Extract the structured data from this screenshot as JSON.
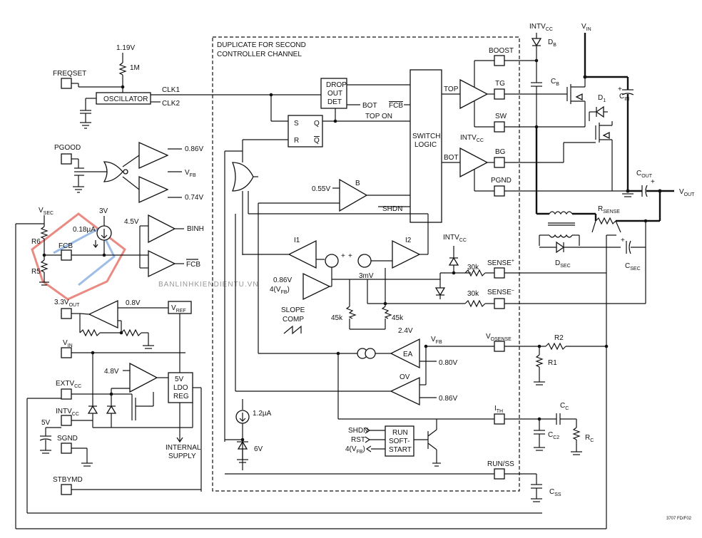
{
  "diagram": {
    "block_title_1": "DUPLICATE FOR SECOND",
    "block_title_2": "CONTROLLER CHANNEL",
    "figure_code": "3707 FD/F02",
    "watermark": "BANLINHKIENDIENTU.VN",
    "pins": {
      "freqset": "FREQSET",
      "pgood": "PGOOD",
      "vsec": "V",
      "vsec_sub": "SEC",
      "fcb": "FCB",
      "v33": "3.3V",
      "v33_sub": "OUT",
      "vin": "V",
      "vin_sub": "IN",
      "extvcc": "EXTV",
      "extvcc_sub": "CC",
      "intvcc": "INTV",
      "intvcc_sub": "CC",
      "sgnd": "SGND",
      "stbymd": "STBYMD",
      "boost": "BOOST",
      "tg": "TG",
      "sw": "SW",
      "bg": "BG",
      "pgnd": "PGND",
      "sense_p": "SENSE",
      "sense_p_sup": "+",
      "sense_n": "SENSE",
      "sense_n_sup": "–",
      "vosense": "V",
      "vosense_sub": "OSENSE",
      "ith": "I",
      "ith_sub": "TH",
      "runss": "RUN/SS",
      "vref": "V",
      "vref_sub": "REF"
    },
    "blocks": {
      "oscillator": "OSCILLATOR",
      "drop_out_1": "DROP",
      "drop_out_2": "OUT",
      "drop_out_3": "DET",
      "switch_1": "SWITCH",
      "switch_2": "LOGIC",
      "ldo_1": "5V",
      "ldo_2": "LDO",
      "ldo_3": "REG",
      "runsoft_1": "RUN",
      "runsoft_2": "SOFT-",
      "runsoft_3": "START",
      "ff_s": "S",
      "ff_r": "R",
      "ff_q": "Q",
      "ff_qb": "Q"
    },
    "labels": {
      "v119": "1.19V",
      "r1m": "1M",
      "clk1": "CLK1",
      "clk2": "CLK2",
      "v086": "0.86V",
      "vfb": "V",
      "vfb_sub": "FB",
      "v074": "0.74V",
      "v3": "3V",
      "i018": "0.18µA",
      "r6": "R6",
      "r5": "R5",
      "v45": "4.5V",
      "binh": "BINH",
      "fcb_out": "FCB",
      "v08": "0.8V",
      "v48": "4.8V",
      "internal_1": "INTERNAL",
      "internal_2": "SUPPLY",
      "v5": "5V",
      "bot1": "BOT",
      "fcb_in": "FCB",
      "top_on": "TOP ON",
      "top": "TOP",
      "bot2": "BOT",
      "intvcc_bg": "INTV",
      "intvcc_bg_sub": "CC",
      "v055": "0.55V",
      "b": "B",
      "shdn": "SHDN",
      "i1": "I1",
      "i2": "I2",
      "mv3": "3mV",
      "v086b": "0.86V",
      "vfb4": "4(V",
      "vfb4_sub": "FB",
      "vfb4_end": ")",
      "slope1": "SLOPE",
      "slope2": "COMP",
      "r45k_1": "45k",
      "r45k_2": "45k",
      "v24": "2.4V",
      "r30k_1": "30k",
      "r30k_2": "30k",
      "intvcc_s": "INTV",
      "intvcc_s_sub": "CC",
      "vfb_ea": "V",
      "vfb_ea_sub": "FB",
      "ea": "EA",
      "v080": "0.80V",
      "ov": "OV",
      "v086c": "0.86V",
      "i12": "1.2µA",
      "v6": "6V",
      "shdn2": "SHDN",
      "rst": "RST",
      "vfb4b": "4(V",
      "vfb4b_sub": "FB",
      "vfb4b_end": ")",
      "intvcc_db": "INTV",
      "intvcc_db_sub": "CC",
      "db": "D",
      "db_sub": "B",
      "vin_top": "V",
      "vin_top_sub": "IN",
      "cb": "C",
      "cb_sub": "B",
      "d1": "D",
      "d1_sub": "1",
      "cin": "C",
      "cin_sub": "IN",
      "cout": "C",
      "cout_sub": "OUT",
      "vout": "V",
      "vout_sub": "OUT",
      "rsense": "R",
      "rsense_sub": "SENSE",
      "dsec": "D",
      "dsec_sub": "SEC",
      "csec": "C",
      "csec_sub": "SEC",
      "r2": "R2",
      "r1": "R1",
      "cc": "C",
      "cc_sub": "C",
      "cc2": "C",
      "cc2_sub": "C2",
      "rc": "R",
      "rc_sub": "C",
      "css": "C",
      "css_sub": "SS"
    }
  }
}
